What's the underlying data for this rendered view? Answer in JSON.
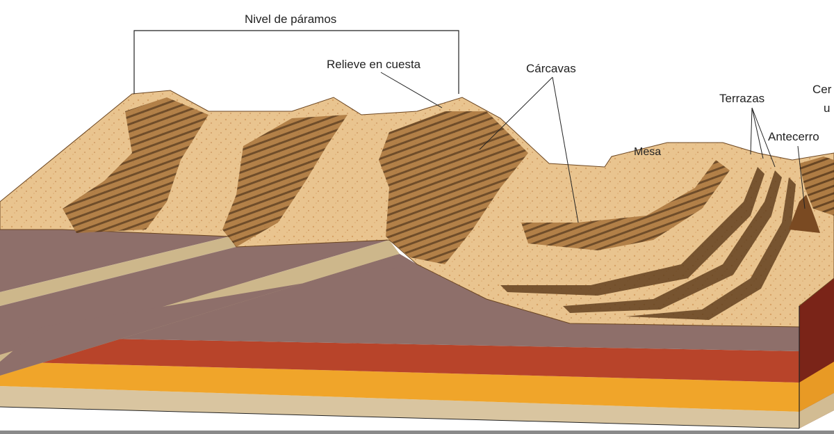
{
  "labels": {
    "nivel_paramos": "Nivel de páramos",
    "relieve_cuesta": "Relieve en cuesta",
    "carcavas": "Cárcavas",
    "mesa": "Mesa",
    "terrazas": "Terrazas",
    "antecerro": "Antecerro",
    "cerro_partial_1": "Cer",
    "cerro_partial_2": "u"
  },
  "colors": {
    "surface": "#e9c48f",
    "surface_speckle": "#c98a4a",
    "cliff": "#9a6a35",
    "cliff_dark": "#4a2e14",
    "layer_mauve": "#8e6f6a",
    "layer_tan": "#cdb78b",
    "layer_red": "#b8442a",
    "layer_orange": "#f0a52a",
    "layer_beige": "#d9c5a0",
    "line": "#222222"
  }
}
